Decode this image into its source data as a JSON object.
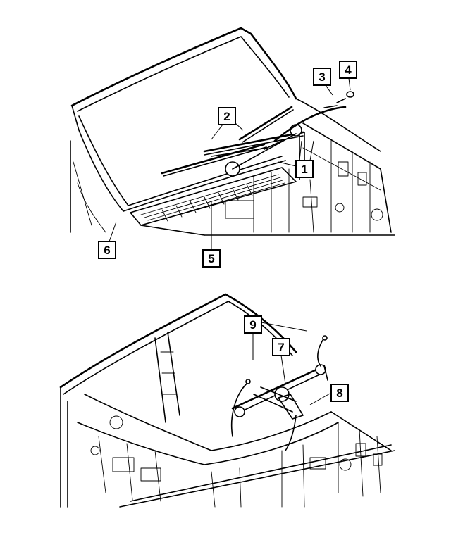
{
  "callouts": {
    "c1": "1",
    "c2": "2",
    "c3": "3",
    "c4": "4",
    "c5": "5",
    "c6": "6",
    "c7": "7",
    "c8": "8",
    "c9": "9"
  },
  "colors": {
    "line": "#000000",
    "background": "#ffffff"
  }
}
